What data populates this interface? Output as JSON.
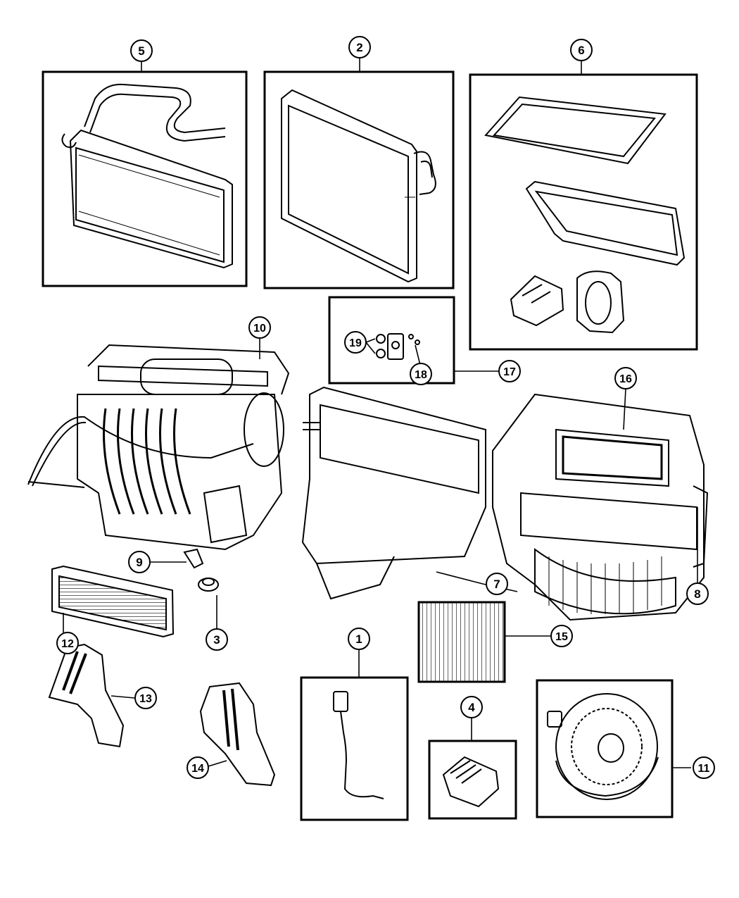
{
  "callouts": {
    "c1": "1",
    "c2": "2",
    "c3": "3",
    "c4": "4",
    "c5": "5",
    "c6": "6",
    "c7": "7",
    "c8": "8",
    "c9": "9",
    "c10": "10",
    "c11": "11",
    "c12": "12",
    "c13": "13",
    "c14": "14",
    "c15": "15",
    "c16": "16",
    "c17": "17",
    "c18": "18",
    "c19": "19"
  },
  "colors": {
    "ink": "#000000",
    "paper": "#ffffff",
    "shade": "#d9d9d9"
  }
}
